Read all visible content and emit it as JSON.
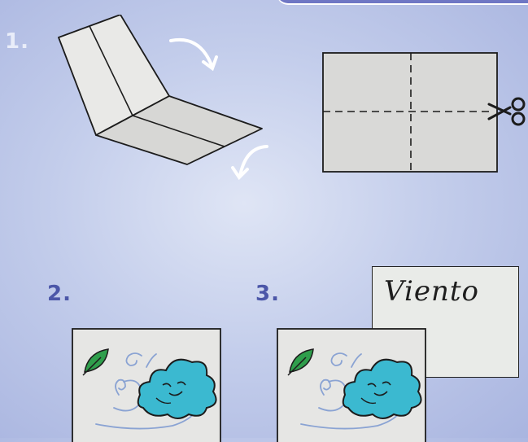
{
  "steps": [
    {
      "number": "1."
    },
    {
      "number": "2."
    },
    {
      "number": "3."
    }
  ],
  "label_card": {
    "word": "Viento"
  },
  "icons": [
    "fold-arrow-icon",
    "scissors-icon",
    "leaf-icon",
    "cloud-face-icon",
    "wind-swirl-icon"
  ],
  "colors": {
    "background": "#b7c2e6",
    "step_number": "#4b56a8",
    "paper": "#e8e8e6",
    "paper_shade": "#d6d6d4",
    "cloud": "#3ab9cf",
    "leaf": "#2e9a4a",
    "wind": "#8ea7d6"
  }
}
